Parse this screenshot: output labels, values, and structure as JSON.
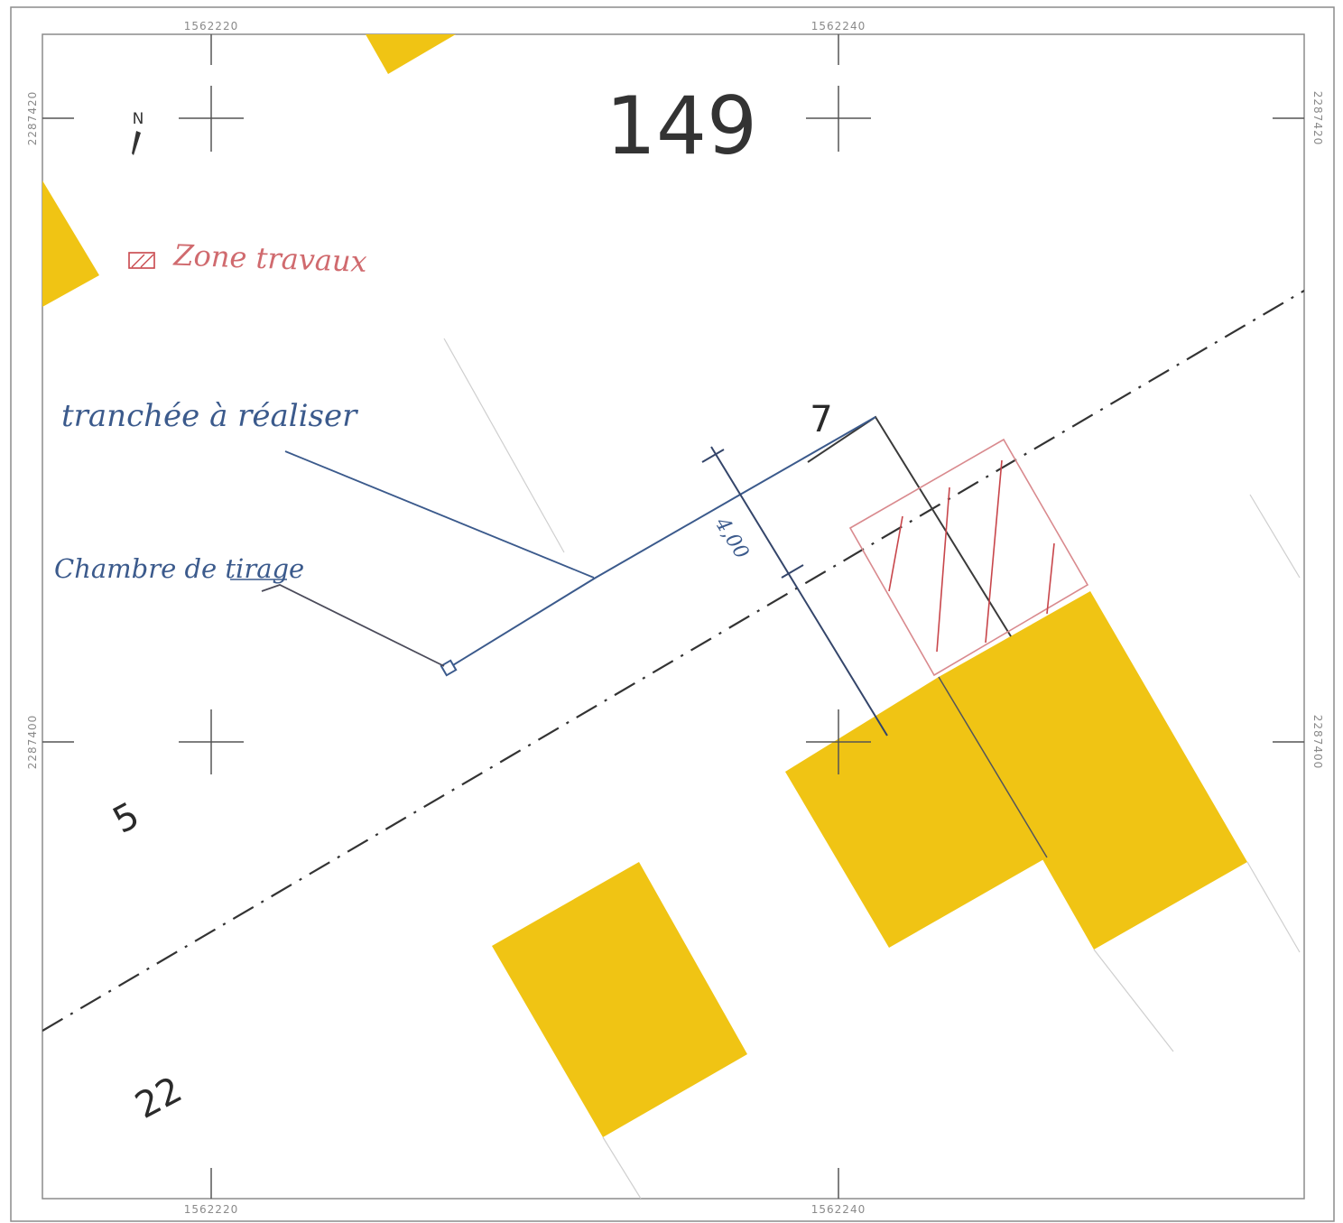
{
  "map": {
    "section_number": "149",
    "north_label": "N",
    "coords": {
      "top_left": "1562220",
      "top_right": "1562240",
      "bottom_left": "1562220",
      "bottom_right": "1562240",
      "left_top": "2287420",
      "left_bottom": "2287400",
      "right_top": "2287420",
      "right_bottom": "2287400"
    },
    "parcels": {
      "p7": "7",
      "p5": "5",
      "p22": "22"
    },
    "annotations": {
      "zone_travaux": "Zone travaux",
      "tranchee": "tranchée à réaliser",
      "chambre": "Chambre de tirage",
      "dimension": "4,00"
    },
    "colors": {
      "building": "#f0c414",
      "trench": "#3b5a8c",
      "work_zone": "#c8464b",
      "border": "#8c8c8c"
    }
  }
}
